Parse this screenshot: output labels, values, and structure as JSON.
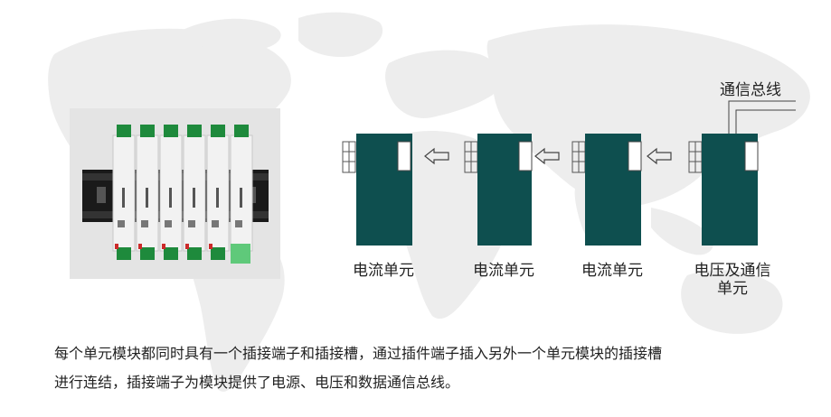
{
  "colors": {
    "module_fill": "#0e4f4f",
    "map_gray": "#ededed",
    "arrow_stroke": "#444444"
  },
  "photo": {
    "icon": "din-rail-module-assembly-photo"
  },
  "diagram": {
    "bus_label": "通信总线",
    "units": [
      {
        "label": "电流单元"
      },
      {
        "label": "电流单元"
      },
      {
        "label": "电流单元"
      },
      {
        "label_line1": "电压及通信",
        "label_line2": "单元"
      }
    ],
    "arrow_icon": "left-arrow-outline"
  },
  "description": {
    "line1": "每个单元模块都同时具有一个插接端子和插接槽，通过插件端子插入另外一个单元模块的插接槽",
    "line2": "进行连结，插接端子为模块提供了电源、电压和数据通信总线。"
  }
}
